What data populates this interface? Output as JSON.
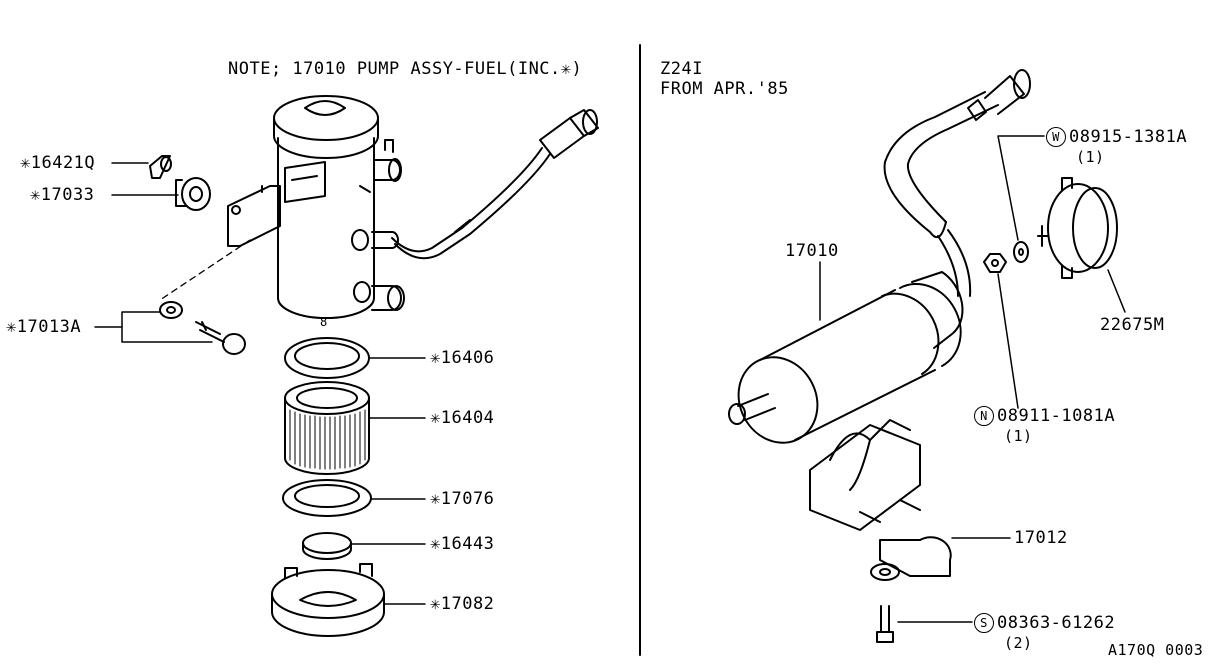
{
  "note": "NOTE; 17010  PUMP ASSY-FUEL(INC.✳)",
  "variant": {
    "engine": "Z24I",
    "from": "FROM APR.'85"
  },
  "left_parts": [
    {
      "id": "p16421q",
      "label": "✳16421Q"
    },
    {
      "id": "p17033",
      "label": "✳17033"
    },
    {
      "id": "p17013a",
      "label": "✳17013A"
    },
    {
      "id": "p16406",
      "label": "✳16406"
    },
    {
      "id": "p16404",
      "label": "✳16404"
    },
    {
      "id": "p17076",
      "label": "✳17076"
    },
    {
      "id": "p16443",
      "label": "✳16443"
    },
    {
      "id": "p17082",
      "label": "✳17082"
    }
  ],
  "right_parts": {
    "p17010": "17010",
    "p22675m": "22675M",
    "p17012": "17012",
    "w_washer": {
      "symbol": "W",
      "number": "08915-1381A",
      "qty": "(1)"
    },
    "n_nut": {
      "symbol": "N",
      "number": "08911-1081A",
      "qty": "(1)"
    },
    "s_screw": {
      "symbol": "S",
      "number": "08363-61262",
      "qty": "(2)"
    }
  },
  "pump_marking": "8",
  "diagram_code": "A170Q 0003"
}
